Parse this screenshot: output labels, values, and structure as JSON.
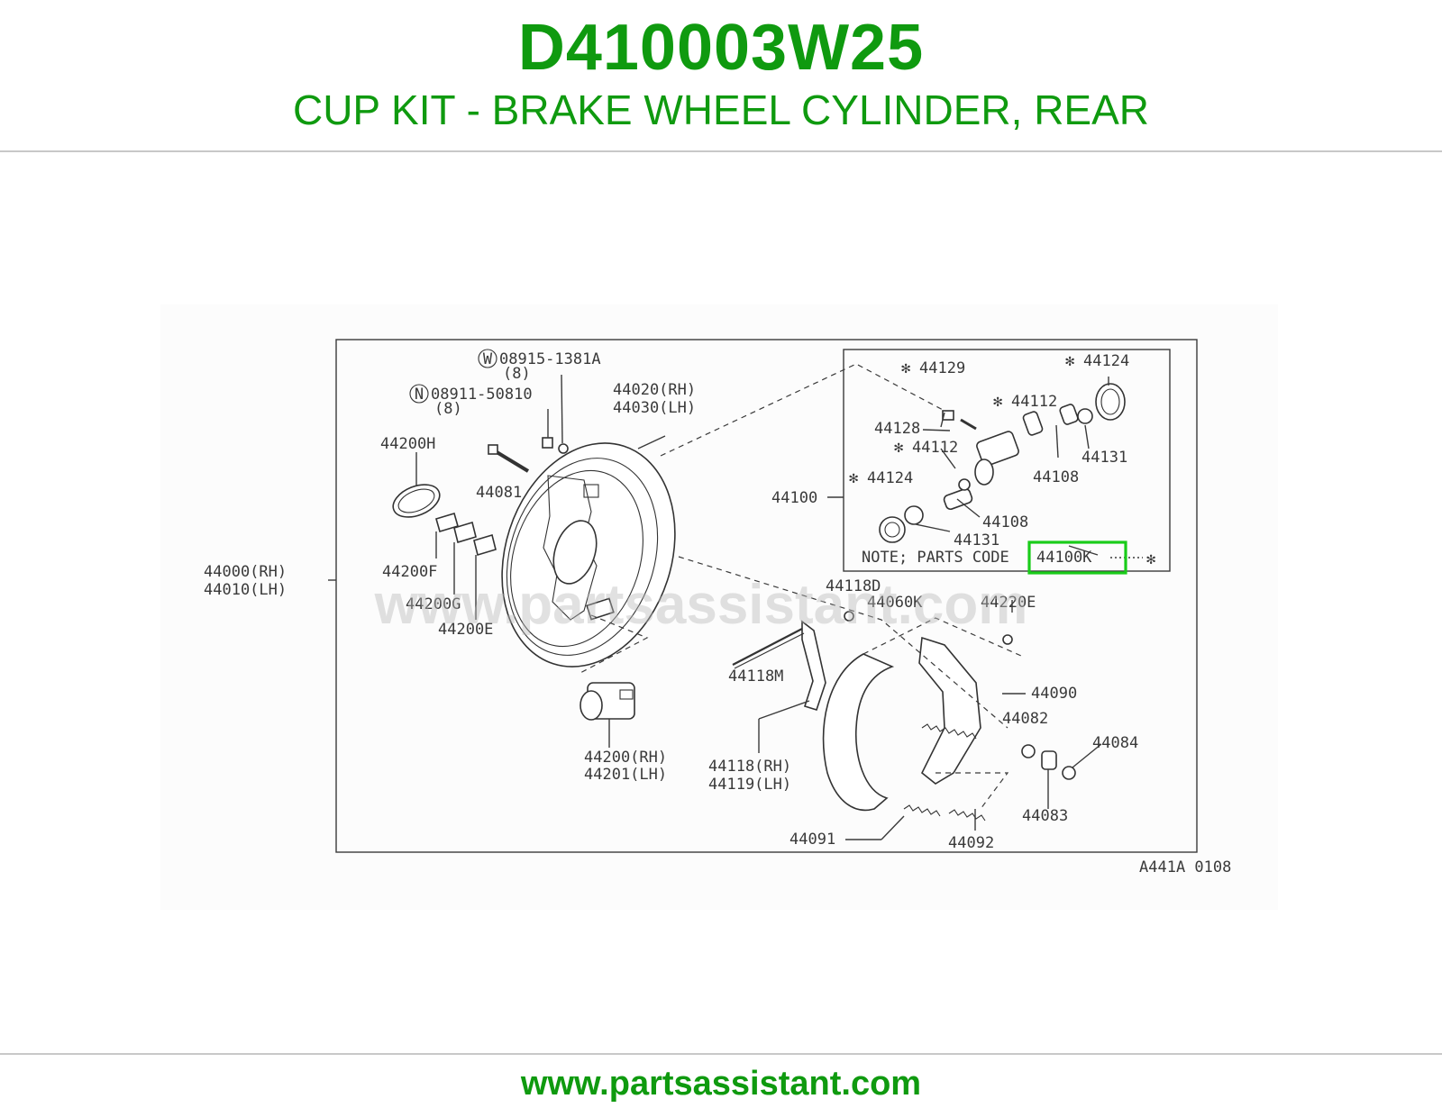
{
  "header": {
    "part_number": "D410003W25",
    "part_description": "CUP KIT - BRAKE WHEEL CYLINDER, REAR"
  },
  "footer": {
    "website": "www.partsassistant.com"
  },
  "diagram": {
    "watermark": "www.partsassistant.com",
    "diagram_code": "A441A 0108",
    "note_text": "NOTE; PARTS CODE",
    "highlighted_code": "44100K",
    "asterisk": "✻",
    "callouts": {
      "c08915": "08915-1381A",
      "c08915_qty": "(8)",
      "c08911": "08911-50810",
      "c08911_qty": "(8)",
      "circle_w": "W",
      "circle_n": "N",
      "c44020": "44020(RH)",
      "c44030": "44030(LH)",
      "c44200H": "44200H",
      "c44081": "44081",
      "c44000": "44000(RH)",
      "c44010": "44010(LH)",
      "c44200F": "44200F",
      "c44200G": "44200G",
      "c44200E": "44200E",
      "c44200": "44200(RH)",
      "c44201": "44201(LH)",
      "c44129": "44129",
      "c44124a": "44124",
      "c44112a": "44112",
      "c44128": "44128",
      "c44112b": "44112",
      "c44131a": "44131",
      "c44108a": "44108",
      "c44100": "44100",
      "c44124b": "44124",
      "c44108b": "44108",
      "c44131b": "44131",
      "c44118D": "44118D",
      "c44060K": "44060K",
      "c44220E": "44220E",
      "c44118M": "44118M",
      "c44090": "44090",
      "c44082": "44082",
      "c44084": "44084",
      "c44118": "44118(RH)",
      "c44119": "44119(LH)",
      "c44083": "44083",
      "c44091": "44091",
      "c44092": "44092"
    }
  }
}
